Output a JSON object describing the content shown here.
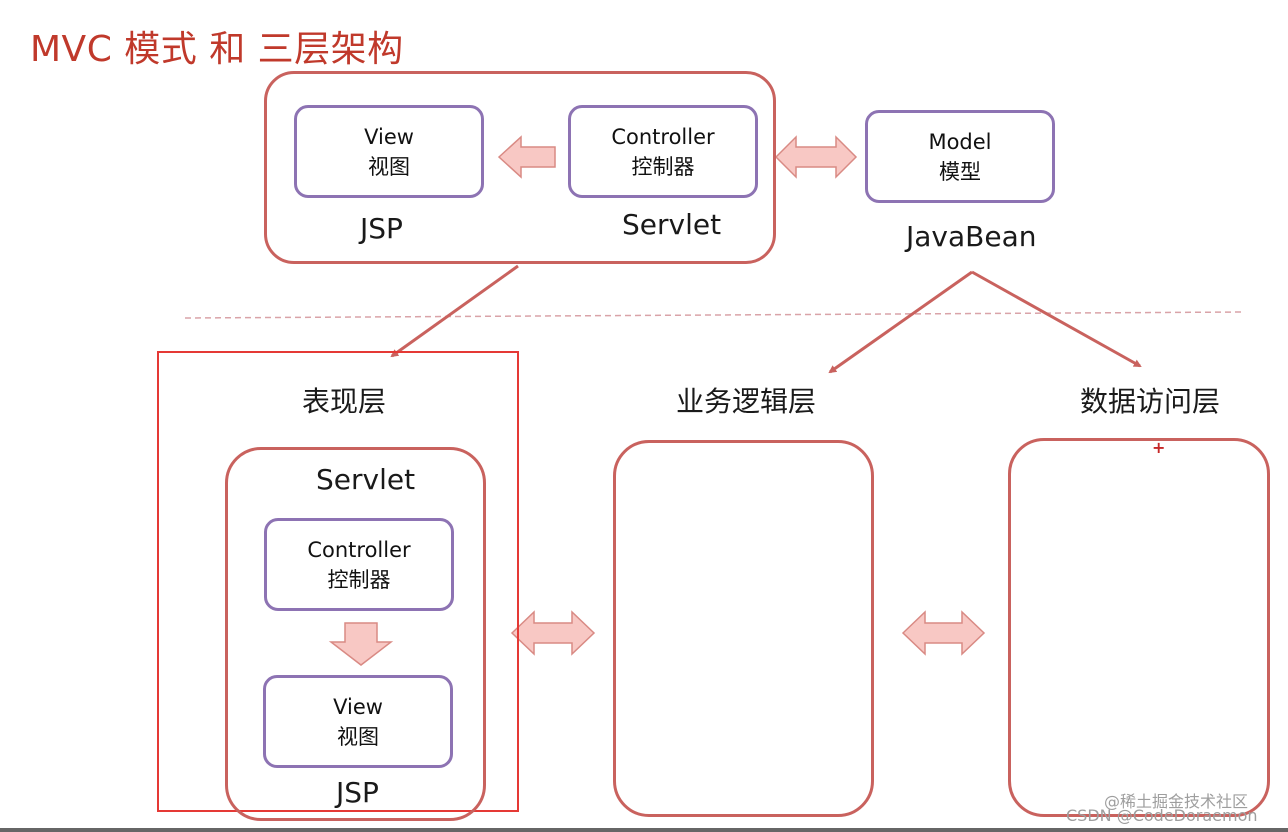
{
  "title": "MVC 模式 和 三层架构",
  "mvc": {
    "view": {
      "en": "View",
      "zh": "视图"
    },
    "controller": {
      "en": "Controller",
      "zh": "控制器"
    },
    "model": {
      "en": "Model",
      "zh": "模型"
    },
    "jsp_label": "JSP",
    "servlet_label": "Servlet",
    "javabean_label": "JavaBean"
  },
  "layers": {
    "presentation": "表现层",
    "business": "业务逻辑层",
    "data_access": "数据访问层"
  },
  "presentation_box": {
    "servlet_label": "Servlet",
    "controller": {
      "en": "Controller",
      "zh": "控制器"
    },
    "view": {
      "en": "View",
      "zh": "视图"
    },
    "jsp_label": "JSP"
  },
  "watermark": {
    "line1": "@稀土掘金技术社区",
    "line2": "CSDN @CodeDoraemon"
  },
  "colors": {
    "title": "#c0392b",
    "red_border": "#c9625e",
    "purple_border": "#8d73b3",
    "arrow_fill": "#f8c8c4",
    "arrow_stroke": "#d98a84",
    "highlight": "#e53935",
    "divider": "#d9a3a8"
  }
}
